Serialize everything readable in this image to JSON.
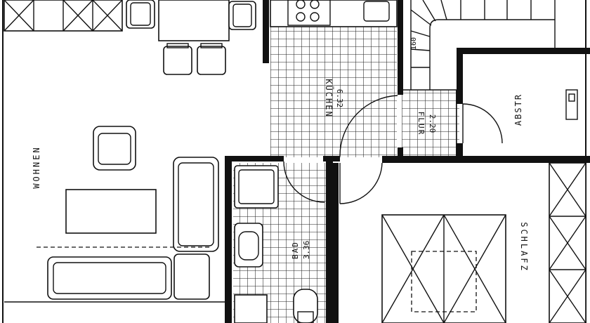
{
  "rooms": {
    "living": "WOHNEN",
    "kitchen": "KÜCHEN",
    "kitchen_area": "6.32",
    "hall": "FLUR",
    "hall_area": "2.20",
    "storage": "ABSTR",
    "bath": "BAD",
    "bath_area": "3.36",
    "bedroom": "SCHLAFZ"
  },
  "dimensions": {
    "stair_width": "160"
  }
}
